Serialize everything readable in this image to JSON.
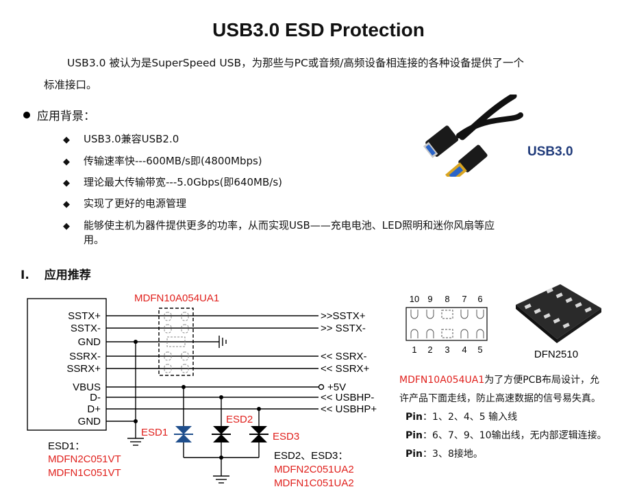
{
  "title": "USB3.0 ESD Protection",
  "intro_line1": "USB3.0 被认为是SuperSpeed USB，为那些与PC或音频/高频设备相连接的各种设备提供了一个",
  "intro_line2": "标准接口。",
  "background_heading": "应用背景：",
  "bullets": [
    {
      "text": "USB3.0兼容USB2.0"
    },
    {
      "text": "传输速率快---600MB/s即(4800Mbps)"
    },
    {
      "text": "理论最大传输带宽---5.0Gbps(即640MB/s)"
    },
    {
      "text": "实现了更好的电源管理"
    },
    {
      "text": "能够使主机为器件提供更多的功率，从而实现USB——充电电池、LED照明和迷你风扇等应"
    },
    {
      "text": "用。"
    }
  ],
  "image_label": "USB3.0",
  "section": {
    "number": "I.",
    "title": "应用推荐"
  },
  "schematic": {
    "array_part": "MDFN10A054UA1",
    "left_pins": [
      "SSTX+",
      "SSTX-",
      "GND",
      "SSRX-",
      "SSRX+",
      "VBUS",
      "D-",
      "D+",
      "GND"
    ],
    "right_labels": [
      ">>SSTX+",
      ">> SSTX-",
      "<< SSRX-",
      "<< SSRX+",
      "+5V",
      "<< USBHP-",
      "<< USBHP+"
    ],
    "esd_labels": [
      "ESD1",
      "ESD2",
      "ESD3"
    ],
    "esd1_title": "ESD1：",
    "esd1_parts": [
      "MDFN2C051VT",
      "MDFN1C051VT"
    ],
    "esd23_title": "ESD2、ESD3：",
    "esd23_parts": [
      "MDFN2C051UA2",
      "MDFN1C051UA2"
    ]
  },
  "package": {
    "top_pins": [
      "10",
      "9",
      "8",
      "7",
      "6"
    ],
    "bottom_pins": [
      "1",
      "2",
      "3",
      "4",
      "5"
    ],
    "name": "DFN2510"
  },
  "desc": {
    "part": "MDFN10A054UA1",
    "line1_rest": "为了方便PCB布局设计，允",
    "line2": "许产品下面走线，防止高速数据的信号易失真。",
    "pins": [
      {
        "label": "Pin",
        "text": "：1、2、4、5 输入线"
      },
      {
        "label": "Pin",
        "text": "：6、7、9、10输出线，无内部逻辑连接。"
      },
      {
        "label": "Pin",
        "text": "：3、8接地。"
      }
    ]
  },
  "colors": {
    "red": "#e0201c",
    "navy": "#1f3a7a",
    "diode_blue": "#1f4e8c"
  }
}
